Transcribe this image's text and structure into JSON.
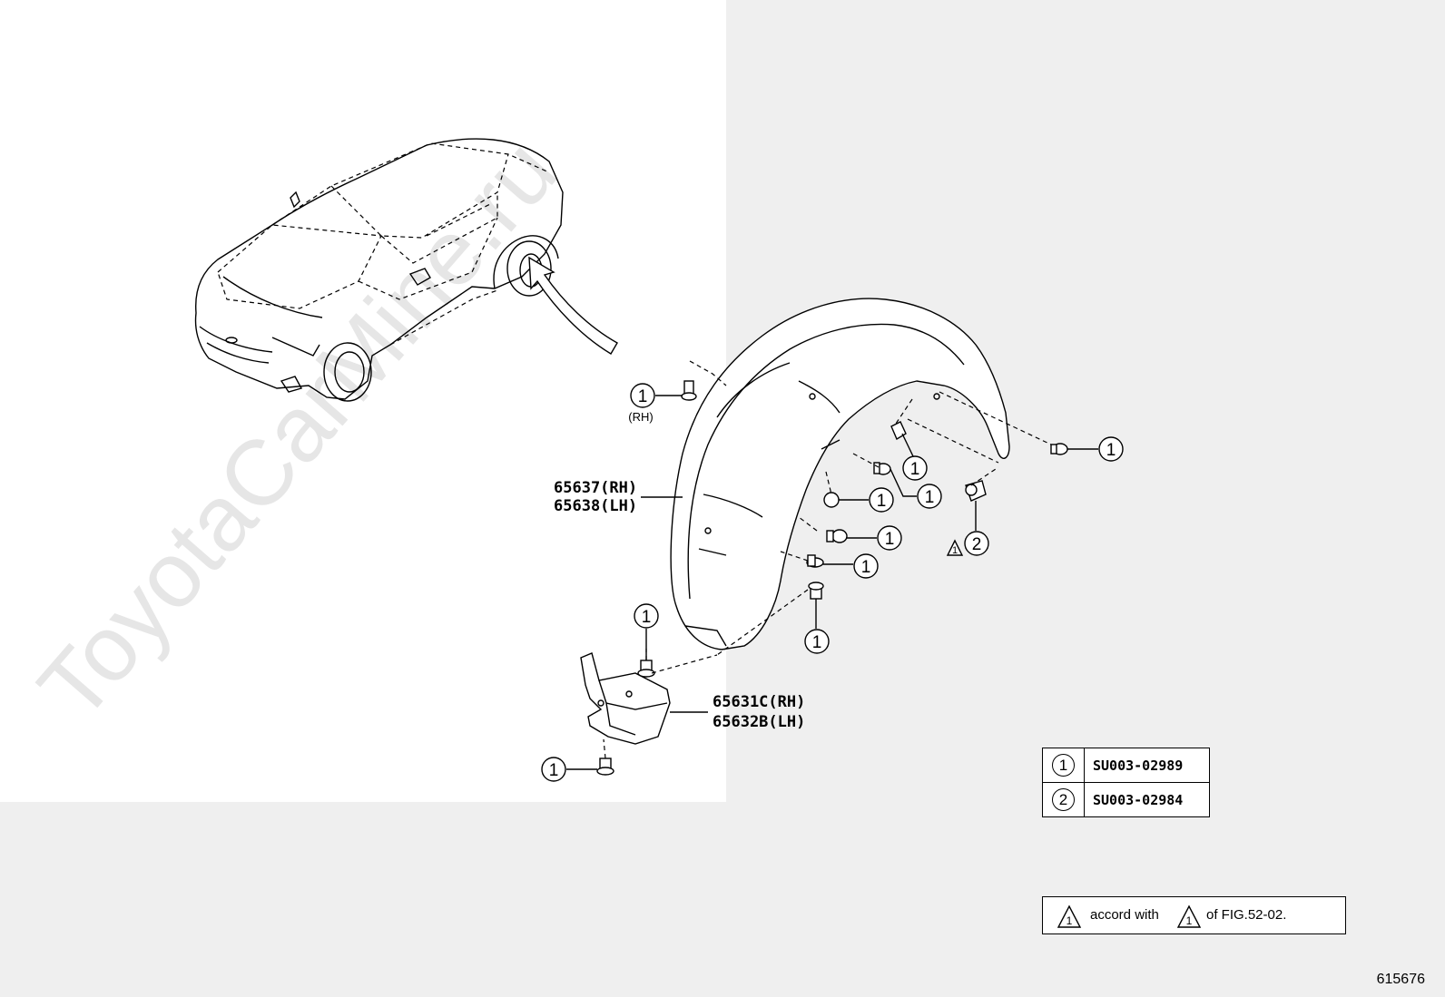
{
  "watermark": "ToyotaCarMine.ru",
  "figure_id": "615676",
  "callouts": {
    "fastener_1": "1",
    "fastener_2": "2",
    "rh_note": "(RH)"
  },
  "parts": {
    "liner_rh": "65637(RH)",
    "liner_lh": "65638(LH)",
    "bracket_rh": "65631C(RH)",
    "bracket_lh": "65632B(LH)"
  },
  "fastener_table": [
    {
      "ref": "1",
      "part_no": "SU003-02989"
    },
    {
      "ref": "2",
      "part_no": "SU003-02984"
    }
  ],
  "note": {
    "text_before": "accord with",
    "text_after": "of FIG.52-02."
  }
}
